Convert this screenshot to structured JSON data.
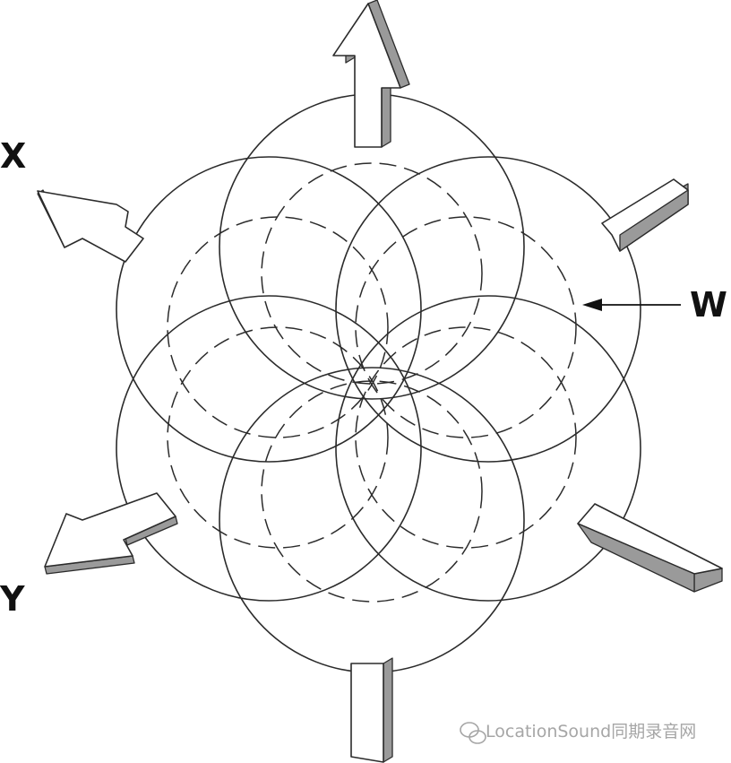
{
  "labels": {
    "x": "X",
    "y": "Y",
    "w": "W"
  },
  "watermark": {
    "text": "LocationSound同期录音网",
    "icon": "wechat-icon"
  },
  "colors": {
    "line": "#2b2b2b",
    "shading": "#9a9a9a",
    "watermark": "#a6a6a6"
  }
}
